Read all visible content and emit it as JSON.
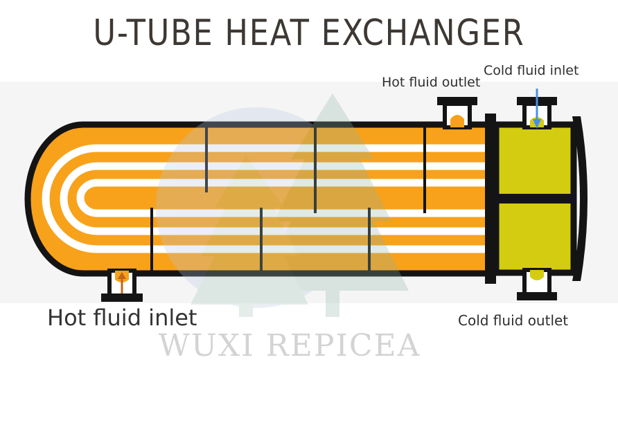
{
  "title": "U-TUBE HEAT EXCHANGER",
  "labels": {
    "hot_fluid_outlet": "Hot fluid outlet",
    "cold_fluid_inlet": "Cold fluid inlet",
    "hot_fluid_inlet": "Hot fluid inlet",
    "cold_fluid_outlet": "Cold fluid outlet"
  },
  "watermark": "WUXI  REPICEA",
  "colors": {
    "shell_fluid": "#f7a21a",
    "tube_fluid": "#d4cc10",
    "tube": "#ffffff",
    "outline": "#141414",
    "title": "#3d3833",
    "cold_arrow": "#4a90e2",
    "hot_arrow": "#c0651a"
  }
}
